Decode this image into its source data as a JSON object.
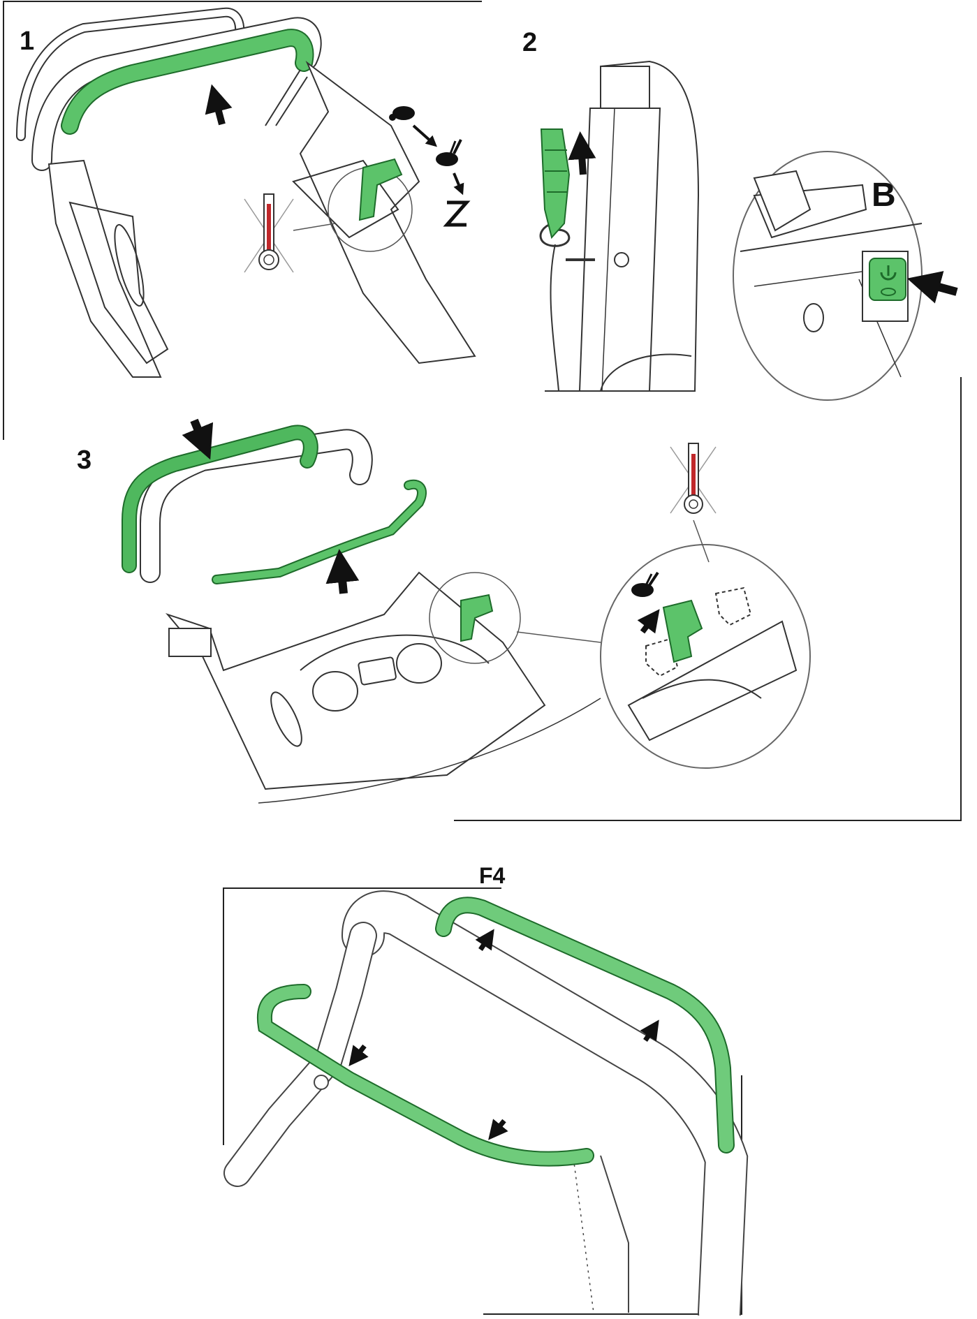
{
  "labels": {
    "step1": "1",
    "step2": "2",
    "step3": "3",
    "detail_b": "B",
    "figure": "F4"
  },
  "icons": {
    "speed_slow": "turtle-icon",
    "speed_fast": "rabbit-icon",
    "sleep": "sleep-z-icon",
    "no_heat": "crossed-thermometer-icon",
    "power_button": "power-icon",
    "arrows": "arrow-icon"
  },
  "colors": {
    "highlight": "#5cc36a",
    "line": "#222222",
    "thermometer": "#c0282b"
  }
}
